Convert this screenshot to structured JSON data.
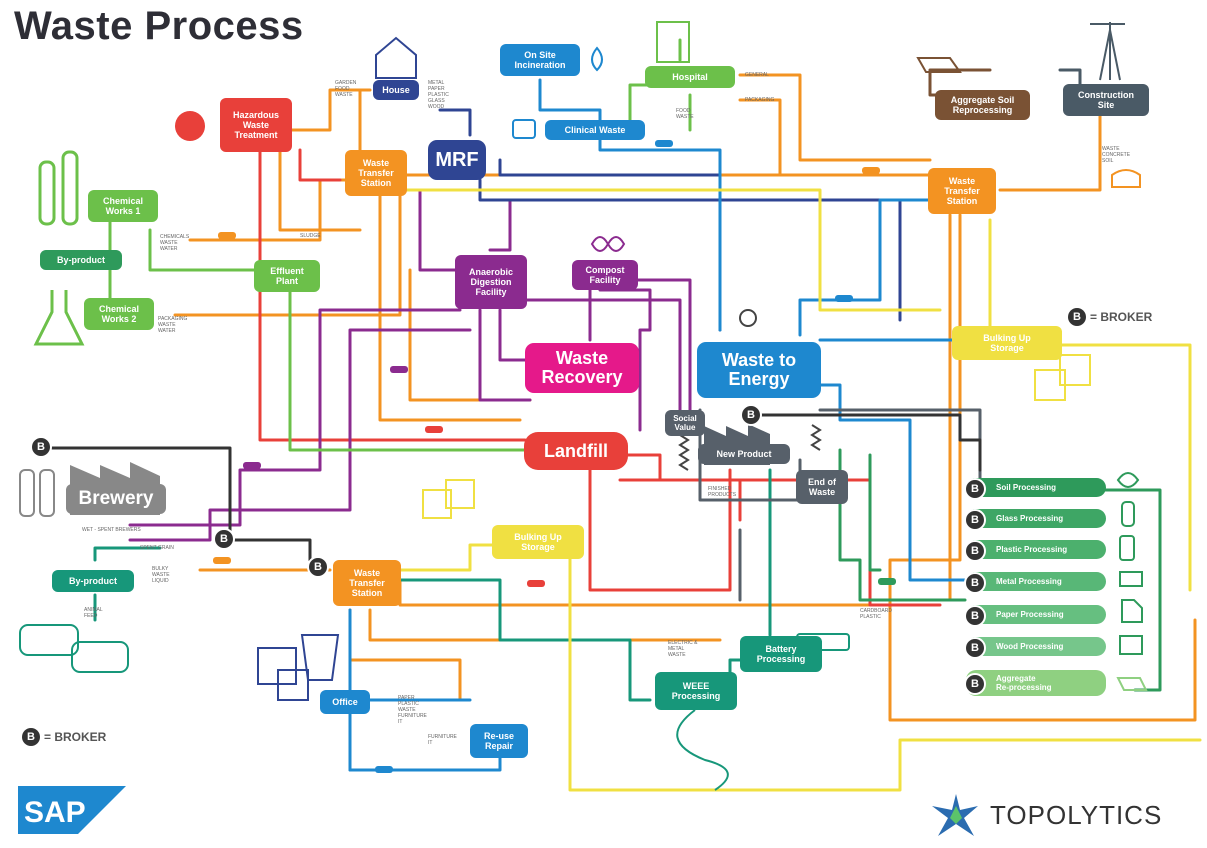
{
  "title": "Waste Process",
  "colors": {
    "red": "#e8403a",
    "orange": "#f39322",
    "purple": "#8b2b8f",
    "magenta": "#e5198a",
    "blue": "#1e88cf",
    "navy": "#2f4593",
    "green": "#6cc04a",
    "darkgreen": "#2e9a5b",
    "teal": "#17977a",
    "yellow": "#f0e042",
    "grey": "#57606a",
    "brown": "#7a5234",
    "slate": "#4a5a66",
    "lightgreen": "#8fd081",
    "black": "#333333"
  },
  "nodes": {
    "hazardous": "Hazardous\nWaste\nTreatment",
    "house": "House",
    "mrf": "MRF",
    "onsite": "On Site\nIncineration",
    "hospital": "Hospital",
    "clinical": "Clinical Waste",
    "aggregate": "Aggregate Soil\nReprocessing",
    "construction": "Construction\nSite",
    "wts_top": "Waste\nTransfer\nStation",
    "wts_right": "Waste\nTransfer\nStation",
    "wts_bottom": "Waste\nTransfer\nStation",
    "chemical1": "Chemical\nWorks 1",
    "chemical2": "Chemical\nWorks 2",
    "byproduct_top": "By-product",
    "effluent": "Effluent\nPlant",
    "anaerobic": "Anaerobic\nDigestion\nFacility",
    "compost": "Compost\nFacility",
    "waste_recovery": "Waste\nRecovery",
    "waste_to_energy": "Waste to\nEnergy",
    "landfill": "Landfill",
    "social": "Social\nValue",
    "new_product": "New Product",
    "end_of_waste": "End of\nWaste",
    "bulking_right": "Bulking Up\nStorage",
    "bulking_mid": "Bulking Up\nStorage",
    "brewery": "Brewery",
    "byproduct_bottom": "By-product",
    "office": "Office",
    "reuse": "Re-use\nRepair",
    "weee": "WEEE\nProcessing",
    "battery": "Battery\nProcessing"
  },
  "processing": [
    "Soil Processing",
    "Glass Processing",
    "Plastic Processing",
    "Metal Processing",
    "Paper Processing",
    "Wood Processing",
    "Aggregate\nRe-processing"
  ],
  "small_labels": {
    "house_left": "Garden\nFood\nWaste",
    "house_right": "Metal\nPaper\nPlastic\nGlass\nWood",
    "hospital_r1": "General",
    "hospital_r2": "Packaging",
    "hospital_mid": "Food\nWaste",
    "chem1": "Chemicals\nWaste\nWater",
    "chem2": "Packaging\nWaste\nWater",
    "sludge": "Sludge",
    "brewery_l1": "Wet - Spent Brewers",
    "brewery_l2": "Spent Grain",
    "byproduct_feed": "Animal\nFeed",
    "bulky": "Bulky\nWaste\nLiquid",
    "office_l": "Paper\nPlastic\nWaste\nFurniture\nIT",
    "office_r": "Furniture\nIT",
    "electronics": "Electric &\nMetal\nWaste",
    "construction_below": "Waste\nConcrete\nSoil",
    "newprod_below": "Finished\nProducts",
    "cardboard": "Cardboard\nPlastic"
  },
  "broker": {
    "letter": "B",
    "legend": "= BROKER"
  },
  "logos": {
    "sap": "SAP",
    "topolytics": "TOPOLYTICS"
  }
}
